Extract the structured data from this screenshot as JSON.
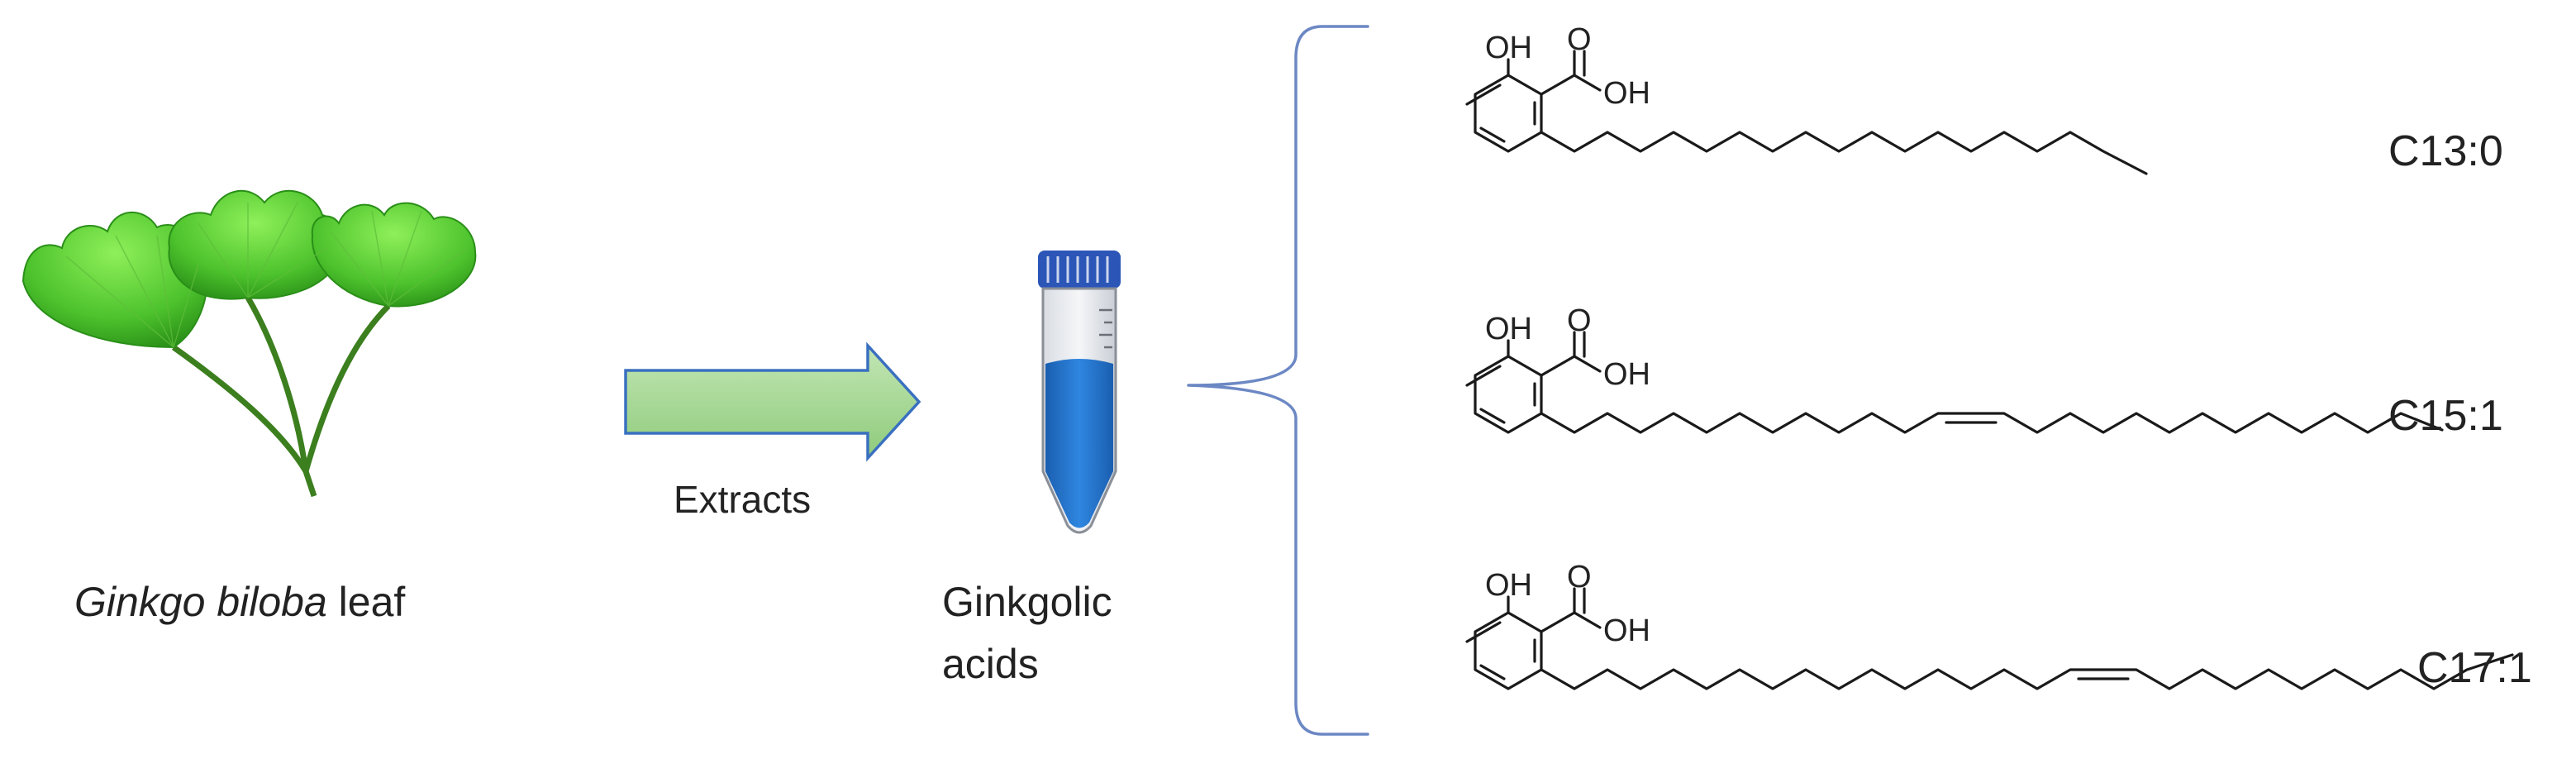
{
  "figure": {
    "source": {
      "name_italic": "Ginkgo biloba",
      "name_suffix": " leaf"
    },
    "process": {
      "arrow_label": "Extracts"
    },
    "product": {
      "label_line1": "Ginkgolic",
      "label_line2": "acids"
    },
    "compounds": [
      {
        "label": "C13:0",
        "oh_label": "OH",
        "acid_o": "O",
        "acid_oh": "OH"
      },
      {
        "label": "C15:1",
        "oh_label": "OH",
        "acid_o": "O",
        "acid_oh": "OH"
      },
      {
        "label": "C17:1",
        "oh_label": "OH",
        "acid_o": "O",
        "acid_oh": "OH"
      }
    ]
  },
  "colors": {
    "leaf_light": "#7ee04a",
    "leaf_dark": "#2f9a1c",
    "arrow_fill": "#a9d89a",
    "arrow_stroke": "#3a70c0",
    "tube_liquid": "#1f6fc7",
    "tube_cap": "#2b56b8",
    "brace": "#6c88c4"
  }
}
